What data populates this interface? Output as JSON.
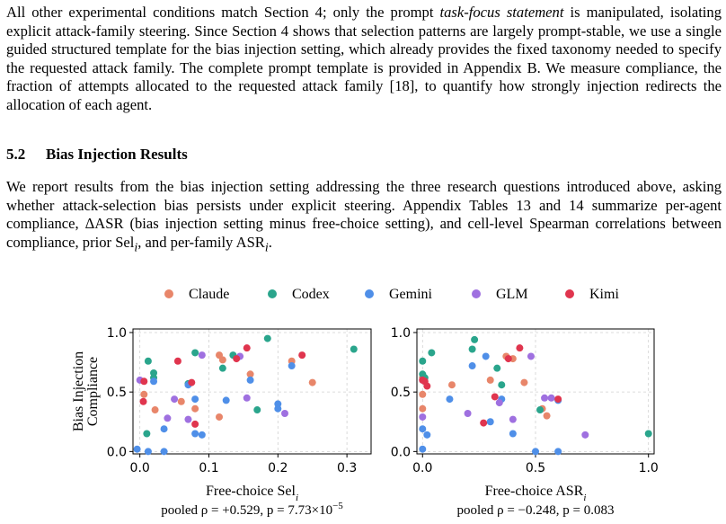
{
  "para1": {
    "pre": "All other experimental conditions match Section 4; only the prompt ",
    "em": "task-focus statement",
    "post": " is manipulated, isolating explicit attack-family steering. Since Section 4 shows that selection patterns are largely prompt-stable, we use a single guided structured template for the bias injection setting, which already provides the fixed taxonomy needed to specify the requested attack family. The complete prompt template is provided in Appendix B. We measure compliance, the fraction of attempts allocated to the requested attack family [18], to quantify how strongly injection redirects the allocation of each agent."
  },
  "section": {
    "number": "5.2",
    "title": "Bias Injection Results"
  },
  "para2": {
    "text1": "We report results from the bias injection setting addressing the three research questions introduced above, asking whether attack-selection bias persists under explicit steering. Appendix Tables 13 and 14 summarize per-agent compliance, ",
    "delta": "ΔASR",
    "text2": " (bias injection setting minus free-choice setting), and cell-level Spearman correlations between compliance, prior ",
    "sel": "Sel",
    "sub_i": "i",
    "text3": ", and per-family ",
    "asr": "ASR",
    "text4": "."
  },
  "colors": {
    "Claude": "#e8866a",
    "Codex": "#2aa58c",
    "Gemini": "#4f8fe8",
    "GLM": "#9f70e0",
    "Kimi": "#e0354e"
  },
  "chart_data": [
    {
      "type": "scatter",
      "ylabel_line1": "Bias Injection",
      "ylabel_line2": "Compliance",
      "xlabel": "Free-choice Sel",
      "xlabel_sub": "i",
      "xlim": [
        -0.01,
        0.335
      ],
      "ylim": [
        -0.02,
        1.03
      ],
      "xticks": [
        {
          "v": 0.0,
          "label": "0.0"
        },
        {
          "v": 0.1,
          "label": "0.1"
        },
        {
          "v": 0.2,
          "label": "0.2"
        },
        {
          "v": 0.3,
          "label": "0.3"
        }
      ],
      "yticks": [
        {
          "v": 0.0,
          "label": "0.0"
        },
        {
          "v": 0.5,
          "label": "0.5"
        },
        {
          "v": 1.0,
          "label": "1.0"
        }
      ],
      "grid": true,
      "annotation": "pooled ρ = +0.529,  p = 7.73×10",
      "annotation_sup": "−5",
      "series": [
        {
          "name": "Claude",
          "points": [
            [
              0.006,
              0.48
            ],
            [
              0.022,
              0.35
            ],
            [
              0.06,
              0.42
            ],
            [
              0.08,
              0.36
            ],
            [
              0.115,
              0.81
            ],
            [
              0.12,
              0.77
            ],
            [
              0.115,
              0.29
            ],
            [
              0.16,
              0.65
            ],
            [
              0.22,
              0.76
            ],
            [
              0.25,
              0.58
            ]
          ]
        },
        {
          "name": "Codex",
          "points": [
            [
              0.01,
              0.15
            ],
            [
              0.012,
              0.76
            ],
            [
              0.02,
              0.66
            ],
            [
              0.02,
              0.62
            ],
            [
              0.07,
              0.57
            ],
            [
              0.08,
              0.83
            ],
            [
              0.12,
              0.7
            ],
            [
              0.135,
              0.81
            ],
            [
              0.17,
              0.35
            ],
            [
              0.185,
              0.95
            ],
            [
              0.31,
              0.86
            ]
          ]
        },
        {
          "name": "Gemini",
          "points": [
            [
              -0.004,
              0.02
            ],
            [
              0.012,
              0.0
            ],
            [
              0.02,
              0.59
            ],
            [
              0.035,
              0.0
            ],
            [
              0.035,
              0.19
            ],
            [
              0.07,
              0.56
            ],
            [
              0.08,
              0.44
            ],
            [
              0.08,
              0.15
            ],
            [
              0.09,
              0.14
            ],
            [
              0.125,
              0.43
            ],
            [
              0.2,
              0.4
            ],
            [
              0.2,
              0.36
            ],
            [
              0.22,
              0.72
            ],
            [
              0.16,
              0.6
            ]
          ]
        },
        {
          "name": "GLM",
          "points": [
            [
              0.0,
              0.6
            ],
            [
              0.04,
              0.28
            ],
            [
              0.05,
              0.44
            ],
            [
              0.07,
              0.27
            ],
            [
              0.09,
              0.81
            ],
            [
              0.145,
              0.8
            ],
            [
              0.155,
              0.45
            ],
            [
              0.21,
              0.32
            ]
          ]
        },
        {
          "name": "Kimi",
          "points": [
            [
              0.005,
              0.42
            ],
            [
              0.006,
              0.59
            ],
            [
              0.055,
              0.76
            ],
            [
              0.075,
              0.58
            ],
            [
              0.08,
              0.23
            ],
            [
              0.14,
              0.78
            ],
            [
              0.155,
              0.87
            ],
            [
              0.235,
              0.81
            ]
          ]
        }
      ]
    },
    {
      "type": "scatter",
      "ylabel_line1": "",
      "ylabel_line2": "",
      "xlabel": "Free-choice ASR",
      "xlabel_sub": "i",
      "xlim": [
        -0.025,
        1.025
      ],
      "ylim": [
        -0.02,
        1.03
      ],
      "xticks": [
        {
          "v": 0.0,
          "label": "0.0"
        },
        {
          "v": 0.5,
          "label": "0.5"
        },
        {
          "v": 1.0,
          "label": "1.0"
        }
      ],
      "yticks": [
        {
          "v": 0.0,
          "label": "0.0"
        },
        {
          "v": 0.5,
          "label": "0.5"
        },
        {
          "v": 1.0,
          "label": "1.0"
        }
      ],
      "grid": true,
      "annotation": "pooled ρ = −0.248,  p = 0.083",
      "annotation_sup": "",
      "series": [
        {
          "name": "Claude",
          "points": [
            [
              0.0,
              0.48
            ],
            [
              0.0,
              0.36
            ],
            [
              0.0,
              0.62
            ],
            [
              0.13,
              0.56
            ],
            [
              0.37,
              0.8
            ],
            [
              0.4,
              0.78
            ],
            [
              0.45,
              0.58
            ],
            [
              0.53,
              0.36
            ],
            [
              0.55,
              0.3
            ],
            [
              0.3,
              0.6
            ]
          ]
        },
        {
          "name": "Codex",
          "points": [
            [
              0.0,
              0.76
            ],
            [
              0.0,
              0.65
            ],
            [
              0.01,
              0.62
            ],
            [
              0.04,
              0.83
            ],
            [
              0.22,
              0.86
            ],
            [
              0.23,
              0.94
            ],
            [
              0.33,
              0.7
            ],
            [
              0.35,
              0.56
            ],
            [
              0.52,
              0.35
            ],
            [
              1.0,
              0.15
            ]
          ]
        },
        {
          "name": "Gemini",
          "points": [
            [
              0.0,
              0.02
            ],
            [
              0.0,
              0.19
            ],
            [
              0.02,
              0.14
            ],
            [
              0.12,
              0.44
            ],
            [
              0.22,
              0.72
            ],
            [
              0.28,
              0.8
            ],
            [
              0.3,
              0.25
            ],
            [
              0.35,
              0.44
            ],
            [
              0.5,
              0.0
            ],
            [
              0.6,
              0.0
            ],
            [
              0.6,
              0.43
            ],
            [
              0.4,
              0.15
            ]
          ]
        },
        {
          "name": "GLM",
          "points": [
            [
              0.0,
              0.29
            ],
            [
              0.0,
              0.6
            ],
            [
              0.2,
              0.32
            ],
            [
              0.34,
              0.41
            ],
            [
              0.4,
              0.27
            ],
            [
              0.48,
              0.8
            ],
            [
              0.54,
              0.45
            ],
            [
              0.57,
              0.45
            ],
            [
              0.72,
              0.14
            ]
          ]
        },
        {
          "name": "Kimi",
          "points": [
            [
              0.0,
              0.6
            ],
            [
              0.01,
              0.59
            ],
            [
              0.02,
              0.55
            ],
            [
              0.27,
              0.24
            ],
            [
              0.32,
              0.46
            ],
            [
              0.38,
              0.78
            ],
            [
              0.43,
              0.87
            ],
            [
              0.6,
              0.44
            ]
          ]
        }
      ]
    }
  ]
}
